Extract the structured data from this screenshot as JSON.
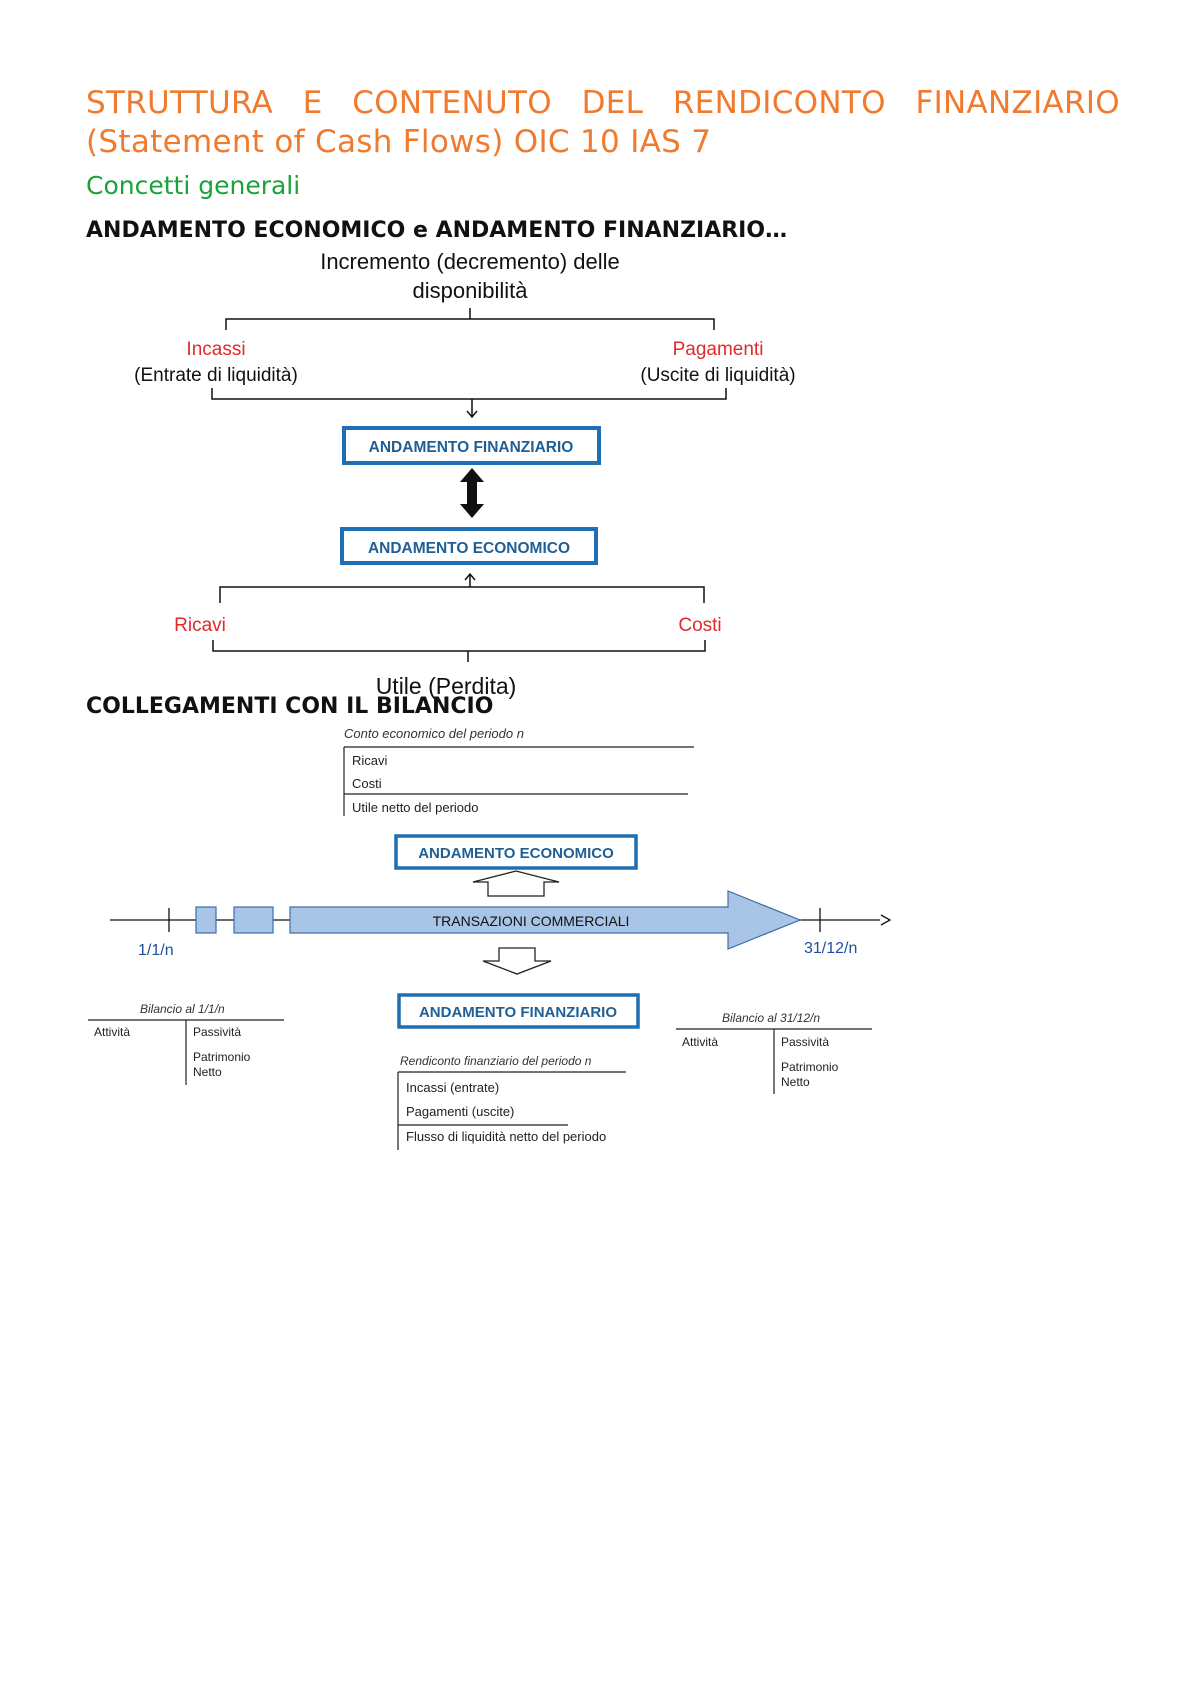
{
  "title": "STRUTTURA E CONTENUTO DEL RENDICONTO FINANZIARIO (Statement of Cash Flows) OIC 10 IAS 7",
  "section": "Concetti generali",
  "heading1": "ANDAMENTO ECONOMICO e ANDAMENTO FINANZIARIO…",
  "heading2": "COLLEGAMENTI CON IL BILANCIO",
  "diagram1": {
    "top_line1": "Incremento (decremento) delle",
    "top_line2": "disponibilità",
    "incassi": "Incassi",
    "incassi_sub": "(Entrate di liquidità)",
    "pagamenti": "Pagamenti",
    "pagamenti_sub": "(Uscite di liquidità)",
    "box_fin": "ANDAMENTO FINANZIARIO",
    "box_eco": "ANDAMENTO ECONOMICO",
    "ricavi": "Ricavi",
    "costi": "Costi",
    "bottom": "Utile (Perdita)"
  },
  "diagram2": {
    "ce_title": "Conto economico del periodo n",
    "ce_row1": "Ricavi",
    "ce_row2": "Costi",
    "ce_row3": "Utile netto del periodo",
    "box_eco": "ANDAMENTO ECONOMICO",
    "arrow_label": "TRANSAZIONI COMMERCIALI",
    "date_start": "1/1/n",
    "date_end": "31/12/n",
    "box_fin": "ANDAMENTO FINANZIARIO",
    "bil1_title": "Bilancio  al 1/1/n",
    "bil1_left": "Attività",
    "bil1_right1": "Passività",
    "bil1_right2": "Patrimonio",
    "bil1_right3": "Netto",
    "bil2_title": "Bilancio  al  31/12/n",
    "bil2_left": "Attività",
    "bil2_right1": "Passività",
    "bil2_right2": "Patrimonio",
    "bil2_right3": "Netto",
    "rf_title": "Rendiconto finanziario del periodo n",
    "rf_row1": "Incassi (entrate)",
    "rf_row2": "Pagamenti (uscite)",
    "rf_row3": "Flusso di liquidità netto del periodo"
  },
  "colors": {
    "title": "#f07a2d",
    "section": "#1aa33a",
    "red": "#e02a2a",
    "blue": "#1f6fb5",
    "arrow_fill": "#a8c4e6"
  }
}
